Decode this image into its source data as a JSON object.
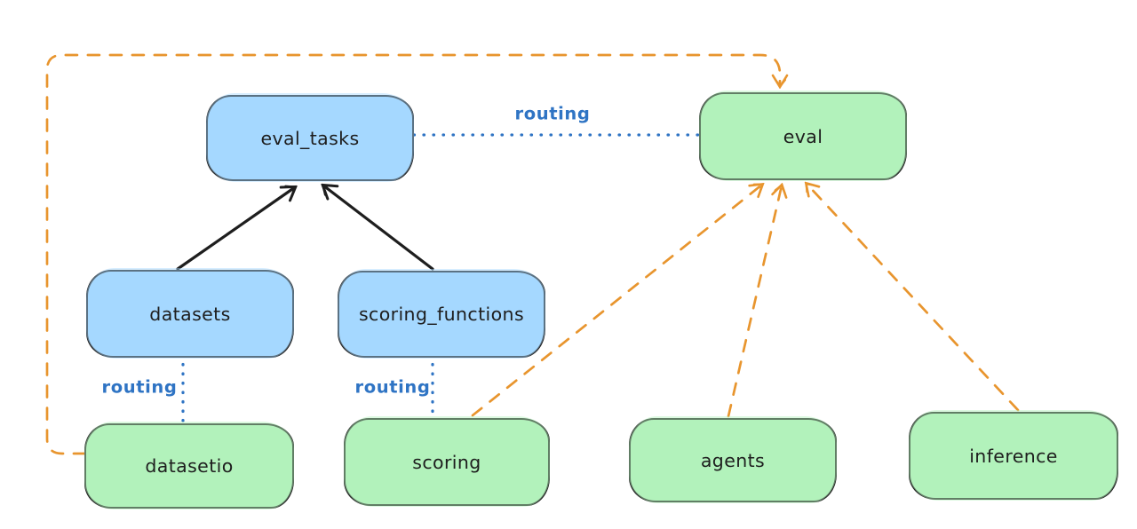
{
  "diagram": {
    "background": "#ffffff",
    "colors": {
      "registry_fill_blue": "#a5d8ff",
      "provider_fill_green": "#b2f2bb",
      "stroke_black": "#1e1e1e",
      "routing_blue": "#2f74c4",
      "dashed_orange": "#e8952e"
    },
    "nodes": {
      "eval_tasks": {
        "label": "eval_tasks",
        "fill": "#a5d8ff"
      },
      "eval": {
        "label": "eval",
        "fill": "#b2f2bb"
      },
      "datasets": {
        "label": "datasets",
        "fill": "#a5d8ff"
      },
      "scoring_functions": {
        "label": "scoring_functions",
        "fill": "#a5d8ff"
      },
      "datasetio": {
        "label": "datasetio",
        "fill": "#b2f2bb"
      },
      "scoring": {
        "label": "scoring",
        "fill": "#b2f2bb"
      },
      "agents": {
        "label": "agents",
        "fill": "#b2f2bb"
      },
      "inference": {
        "label": "inference",
        "fill": "#b2f2bb"
      }
    },
    "edges": [
      {
        "from": "datasets",
        "to": "eval_tasks",
        "style": "solid",
        "color": "#1e1e1e",
        "arrow": true
      },
      {
        "from": "scoring_functions",
        "to": "eval_tasks",
        "style": "solid",
        "color": "#1e1e1e",
        "arrow": true
      },
      {
        "from": "eval_tasks",
        "to": "eval",
        "style": "dotted",
        "color": "#2f74c4",
        "arrow": false,
        "label": "routing"
      },
      {
        "from": "datasets",
        "to": "datasetio",
        "style": "dotted",
        "color": "#2f74c4",
        "arrow": false,
        "label": "routing"
      },
      {
        "from": "scoring_functions",
        "to": "scoring",
        "style": "dotted",
        "color": "#2f74c4",
        "arrow": false,
        "label": "routing"
      },
      {
        "from": "datasetio",
        "to": "eval",
        "style": "dashed",
        "color": "#e8952e",
        "arrow": true,
        "route": "left-and-over-top"
      },
      {
        "from": "scoring",
        "to": "eval",
        "style": "dashed",
        "color": "#e8952e",
        "arrow": true
      },
      {
        "from": "agents",
        "to": "eval",
        "style": "dashed",
        "color": "#e8952e",
        "arrow": true
      },
      {
        "from": "inference",
        "to": "eval",
        "style": "dashed",
        "color": "#e8952e",
        "arrow": true
      }
    ]
  }
}
